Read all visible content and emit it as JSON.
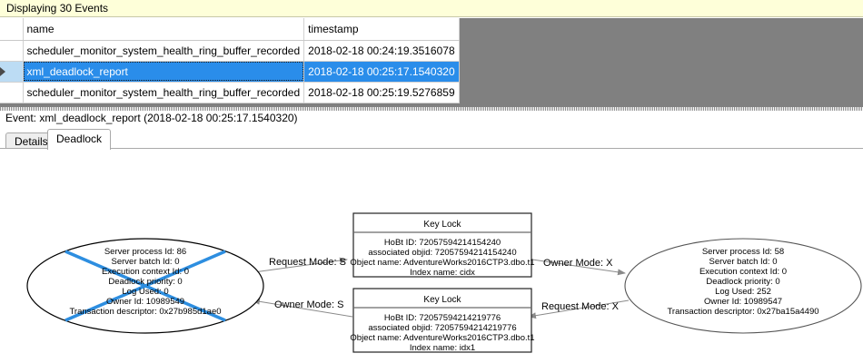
{
  "banner": {
    "text": "Displaying 30 Events"
  },
  "grid": {
    "columns": [
      "",
      "name",
      "timestamp"
    ],
    "rows": [
      {
        "selected": false,
        "marker": "",
        "name": "scheduler_monitor_system_health_ring_buffer_recorded",
        "timestamp": "2018-02-18 00:24:19.3516078"
      },
      {
        "selected": true,
        "marker": "row-selector-arrow",
        "name": "xml_deadlock_report",
        "timestamp": "2018-02-18 00:25:17.1540320"
      },
      {
        "selected": false,
        "marker": "",
        "name": "scheduler_monitor_system_health_ring_buffer_recorded",
        "timestamp": "2018-02-18 00:25:19.5276859"
      }
    ],
    "selection_color": "#2a8dea"
  },
  "event_header": {
    "text": "Event: xml_deadlock_report (2018-02-18 00:25:17.1540320)"
  },
  "tabs": [
    {
      "label": "Details",
      "active": false
    },
    {
      "label": "Deadlock",
      "active": true
    }
  ],
  "deadlock_graph": {
    "victim_marker_color": "#2d8ee0",
    "processes": [
      {
        "id": "process-left",
        "is_victim": true,
        "lines": [
          "Server process Id: 86",
          "Server batch Id: 0",
          "Execution context Id: 0",
          "Deadlock priority: 0",
          "Log Used: 0",
          "Owner Id: 10989549",
          "Transaction descriptor: 0x27b985d1ae0"
        ]
      },
      {
        "id": "process-right",
        "is_victim": false,
        "lines": [
          "Server process Id: 58",
          "Server batch Id: 0",
          "Execution context Id: 0",
          "Deadlock priority: 0",
          "Log Used: 252",
          "Owner Id: 10989547",
          "Transaction descriptor: 0x27ba15a4490"
        ]
      }
    ],
    "resources": [
      {
        "id": "resource-top",
        "title": "Key Lock",
        "lines": [
          "HoBt ID: 72057594214154240",
          "associated objid: 72057594214154240",
          "Object name: AdventureWorks2016CTP3.dbo.t1",
          "Index name: cidx"
        ]
      },
      {
        "id": "resource-bottom",
        "title": "Key Lock",
        "lines": [
          "HoBt ID: 72057594214219776",
          "associated objid: 72057594214219776",
          "Object name: AdventureWorks2016CTP3.dbo.t1",
          "Index name: idx1"
        ]
      }
    ],
    "edges": [
      {
        "id": "edge-left-request",
        "label": "Request Mode: S",
        "from": "process-left",
        "to": "resource-top"
      },
      {
        "id": "edge-left-owner",
        "label": "Owner Mode: S",
        "from": "resource-bottom",
        "to": "process-left"
      },
      {
        "id": "edge-right-owner",
        "label": "Owner Mode: X",
        "from": "resource-top",
        "to": "process-right"
      },
      {
        "id": "edge-right-request",
        "label": "Request Mode: X",
        "from": "process-right",
        "to": "resource-bottom"
      }
    ]
  }
}
